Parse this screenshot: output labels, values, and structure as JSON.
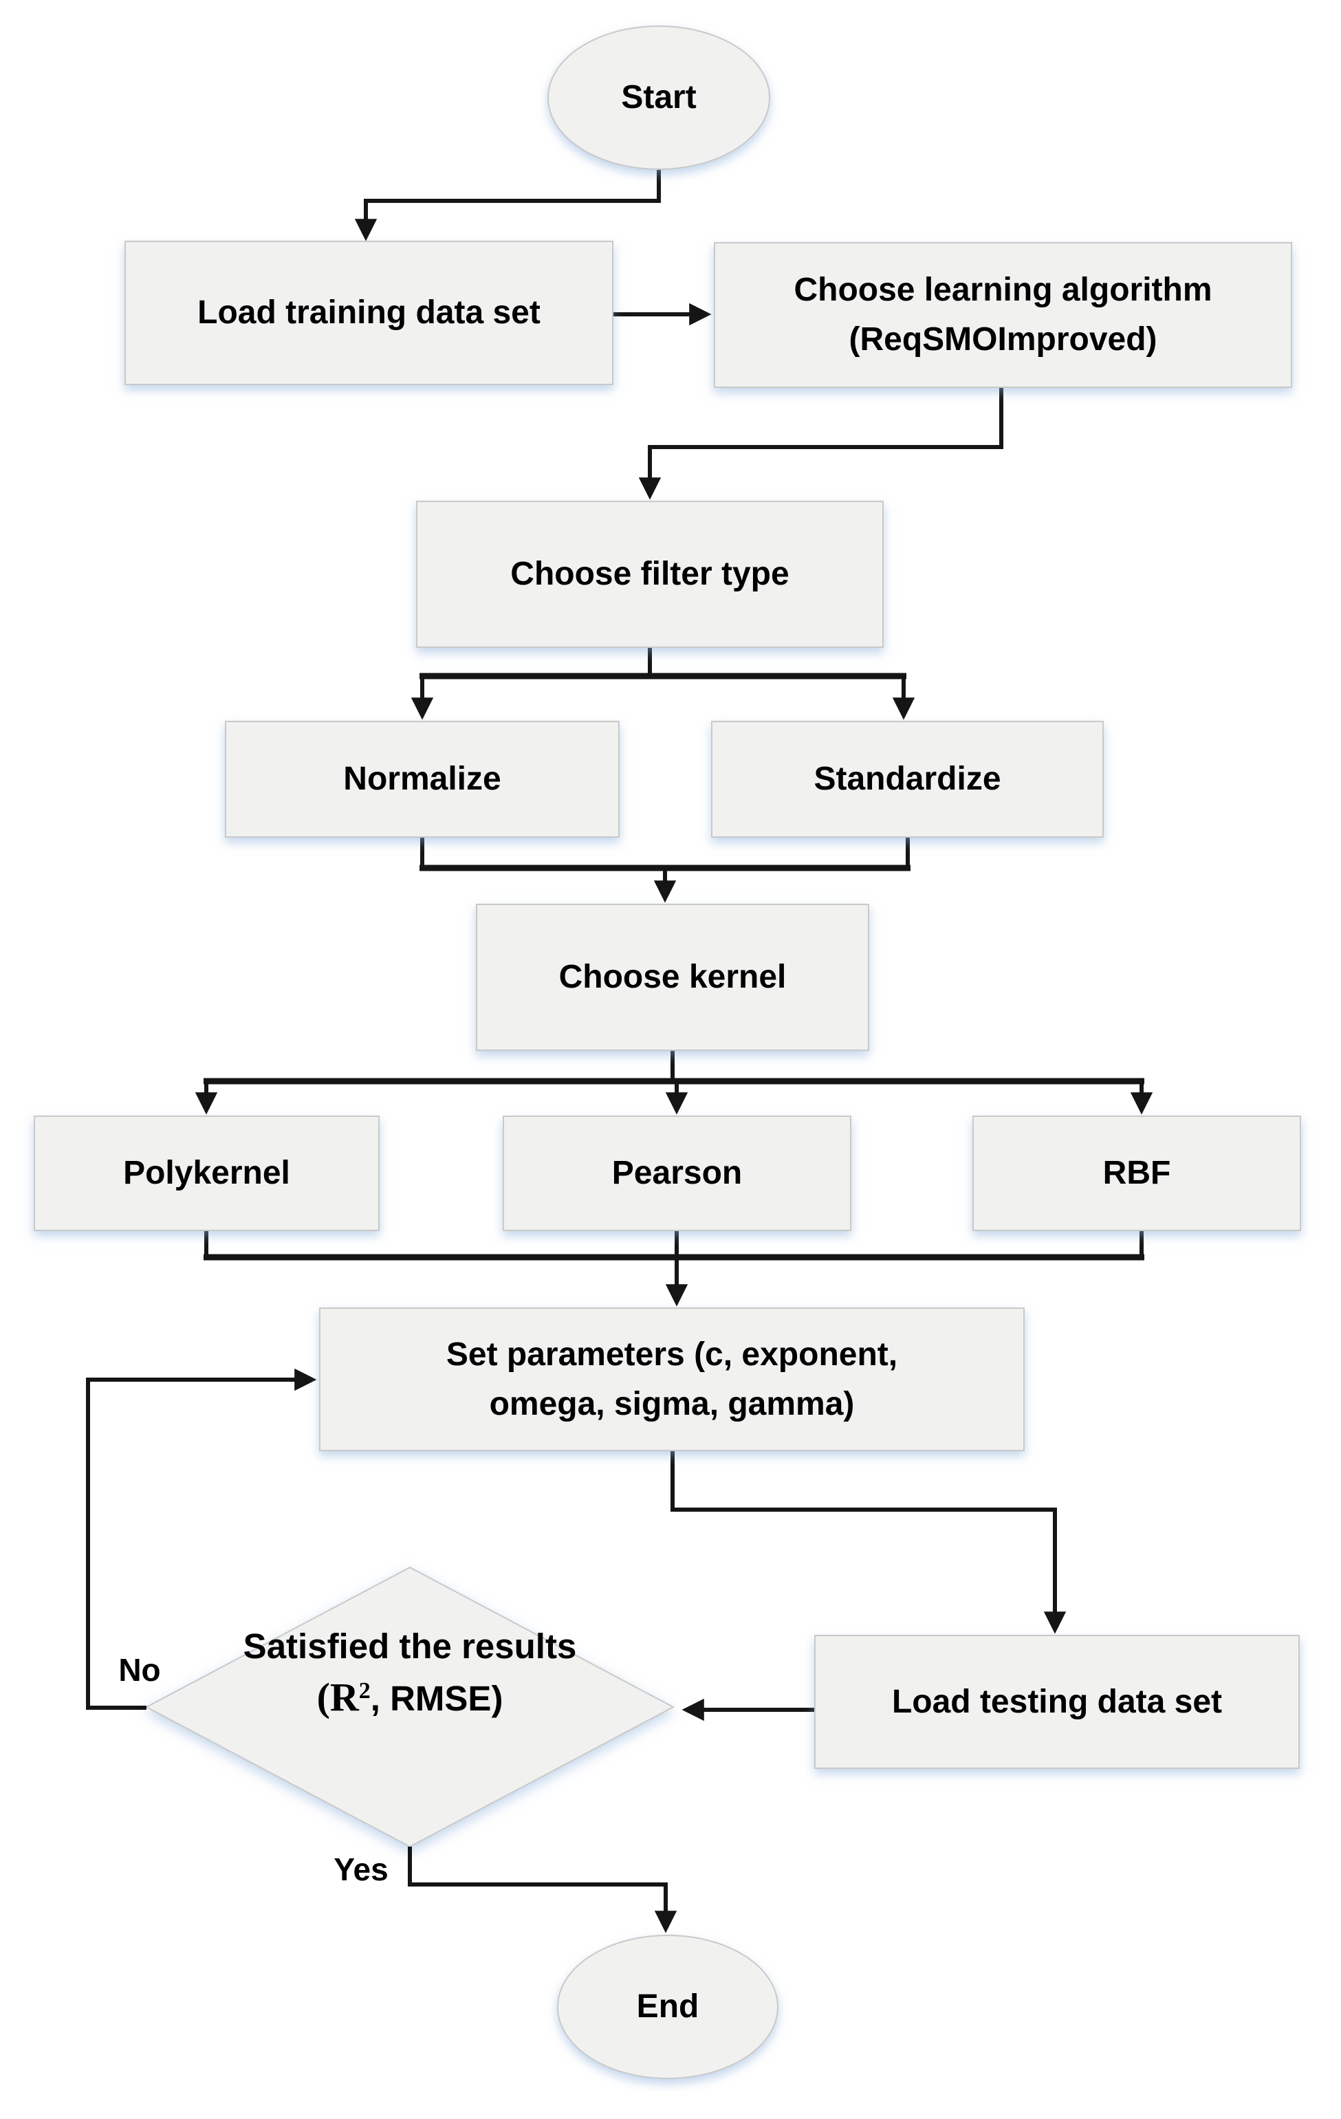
{
  "colors": {
    "node_fill": "#f1f1f0",
    "node_border": "#c9c9c9",
    "connector": "#151515",
    "glow_shadow": "rgba(138,173,217,0.5)",
    "text": "#000000"
  },
  "nodes": {
    "start": {
      "label": "Start"
    },
    "load_training": {
      "label": "Load training data set"
    },
    "choose_algorithm": {
      "line1": "Choose learning algorithm",
      "line2": "(ReqSMOImproved)"
    },
    "choose_filter": {
      "label": "Choose filter type"
    },
    "normalize": {
      "label": "Normalize"
    },
    "standardize": {
      "label": "Standardize"
    },
    "choose_kernel": {
      "label": "Choose kernel"
    },
    "polykernel": {
      "label": "Polykernel"
    },
    "pearson": {
      "label": "Pearson"
    },
    "rbf": {
      "label": "RBF"
    },
    "set_parameters": {
      "line1": "Set parameters (c, exponent,",
      "line2": "omega, sigma, gamma)"
    },
    "load_testing": {
      "label": "Load testing data set"
    },
    "decision": {
      "line1": "Satisfied the results",
      "line2_prefix": "(R",
      "line2_sup": "2",
      "line2_suffix": ", RMSE)"
    },
    "end": {
      "label": "End"
    }
  },
  "branch_labels": {
    "no": "No",
    "yes": "Yes"
  }
}
